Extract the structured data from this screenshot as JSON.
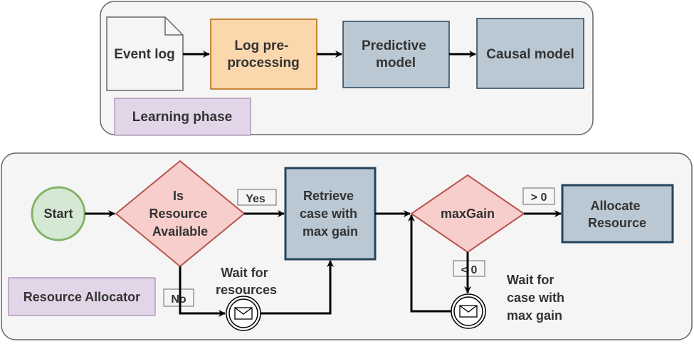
{
  "learning_phase": {
    "label": "Learning phase",
    "event_log": "Event log",
    "preprocessing": [
      "Log pre-",
      "processing"
    ],
    "predictive_model": [
      "Predictive",
      "model"
    ],
    "causal_model": "Causal model"
  },
  "resource_allocator": {
    "label": "Resource Allocator",
    "start": "Start",
    "is_resource_available": [
      "Is",
      "Resource",
      "Available"
    ],
    "yes_label": "Yes",
    "no_label": "No",
    "retrieve_case": [
      "Retrieve",
      "case with",
      "max gain"
    ],
    "wait_for_resources": [
      "Wait for",
      "resources"
    ],
    "max_gain": "maxGain",
    "gt_zero_label": "> 0",
    "lt_zero_label": "< 0",
    "allocate_resource": [
      "Allocate",
      "Resource"
    ],
    "wait_for_case": [
      "Wait for",
      "case with",
      "max gain"
    ]
  },
  "colors": {
    "panel_fill": "#f5f5f5",
    "panel_stroke": "#666666",
    "document_fill": "#f5f5f5",
    "preprocessing_fill": "#fad7ac",
    "preprocessing_stroke": "#b46504",
    "model_fill": "#bac8d3",
    "model_stroke": "#23445d",
    "phase_label_fill": "#e1d5e7",
    "phase_label_stroke": "#9673a6",
    "start_fill": "#d5e8d4",
    "start_stroke": "#82b366",
    "decision_fill": "#f8cecc",
    "decision_stroke": "#b85450",
    "text": "#333333"
  }
}
